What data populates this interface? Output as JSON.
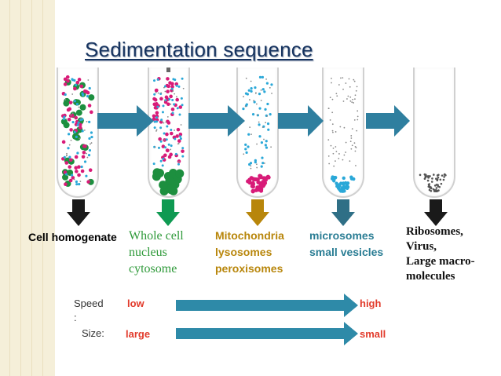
{
  "title": "Sedimentation sequence",
  "fractions": [
    {
      "text": "Cell homogenate",
      "color": "#111111",
      "arrow_color": "#1a1a1a"
    },
    {
      "text": "Whole cell\nnucleus\ncytosome",
      "color": "#2f9a3a",
      "arrow_color": "#0f9a52"
    },
    {
      "text": "Mitochondria\nlysosomes\nperoxisomes",
      "color": "#b8860b",
      "arrow_color": "#b8860b"
    },
    {
      "text": "microsomes\nsmall vesicles",
      "color": "#2a7d94",
      "arrow_color": "#2f6f86"
    },
    {
      "text": "Ribosomes,\nVirus,\nLarge macro-\nmolecules",
      "color": "#111111",
      "arrow_color": "#1a1a1a"
    }
  ],
  "speed": {
    "label": "Speed\n:",
    "low": "low",
    "high": "high"
  },
  "size": {
    "label": "Size:",
    "large": "large",
    "small": "small"
  },
  "colors": {
    "title": "#16335f",
    "blue_arrow": "#2f7f9f",
    "teal_arrow": "#2e8aa8",
    "green_particle": "#1d8f3f",
    "magenta_particle": "#d81b78",
    "cyan_particle": "#2aa8d8",
    "gray_particle": "#8a8a8a",
    "red_text": "#e23b2c"
  }
}
